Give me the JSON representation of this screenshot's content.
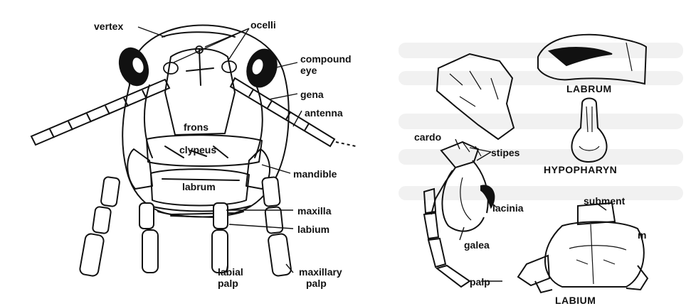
{
  "head_labels": {
    "vertex": "vertex",
    "ocelli": "ocelli",
    "compound_eye_line1": "compound",
    "compound_eye_line2": "eye",
    "gena": "gena",
    "antenna": "antenna",
    "frons": "frons",
    "clypeus": "clypeus",
    "mandible": "mandible",
    "labrum": "labrum",
    "maxilla": "maxilla",
    "labium": "labium",
    "labial_palp_line1": "labial",
    "labial_palp_line2": "palp",
    "maxillary_palp_line1": "maxillary",
    "maxillary_palp_line2": "palp"
  },
  "parts_labels": {
    "labrum_title": "LABRUM",
    "hypopharynx_title": "HYPOPHARYN",
    "cardo": "cardo",
    "stipes": "stipes",
    "lacinia": "lacinia",
    "galea": "galea",
    "palp": "palp",
    "submentum": "subment",
    "mentum_fragment": "m",
    "labium_title": "LABIUM"
  },
  "colors": {
    "ink": "#111111",
    "background": "#ffffff",
    "shadow": "#d8d8d8"
  }
}
